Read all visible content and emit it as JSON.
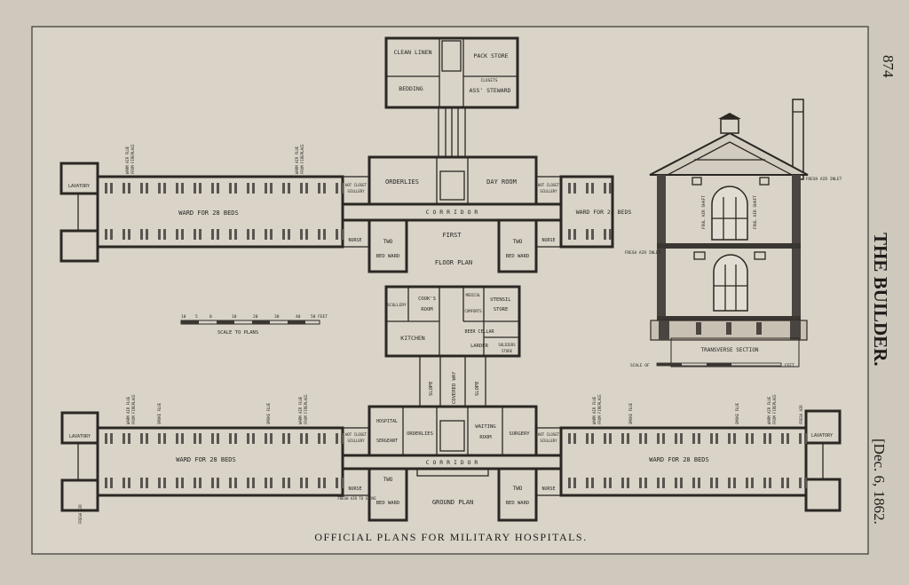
{
  "sheet": {
    "page_number": "874",
    "journal_title": "THE BUILDER.",
    "date": "[Dec. 6, 1862.",
    "caption": "OFFICIAL PLANS FOR MILITARY HOSPITALS."
  },
  "upper_block": {
    "rooms": [
      "CLEAN LINEN",
      "PACK STORE",
      "BEDDING",
      "ASS' STEWARD",
      "CLOSETS"
    ]
  },
  "first_floor": {
    "title_line1": "FIRST",
    "title_line2": "FLOOR PLAN",
    "corridor": "C O R R I D O R",
    "ward_left": "WARD FOR 28 BEDS",
    "ward_right": "WARD FOR 28 BEDS",
    "rooms": [
      "ORDERLIES",
      "DAY ROOM",
      "NURSE",
      "NURSE",
      "TWO",
      "BED WARD",
      "TWO",
      "BED WARD",
      "HOT CLOSET",
      "SCULLERY",
      "HOT CLOSET",
      "SCULLERY",
      "LAVATORY"
    ],
    "flues": [
      "WARM AIR FLUE",
      "FROM FIREPLACE",
      "WARM AIR FLUE",
      "FROM FIREPLACE"
    ]
  },
  "kitchen_block": {
    "rooms": [
      "SCULLERY",
      "COOK'S",
      "ROOM",
      "KITCHEN",
      "MEDICAL",
      "COMFORTS",
      "UTENSIL",
      "STORE",
      "BEER CELLAR",
      "LARDER",
      "SOLDIERS",
      "STORE"
    ],
    "passage": [
      "SLOPE",
      "COVERED WAY",
      "SLOPE"
    ]
  },
  "scale": {
    "label": "SCALE TO PLANS",
    "ticks": [
      "10",
      "5",
      "0",
      "10",
      "20",
      "30",
      "40",
      "50 FEET"
    ]
  },
  "section": {
    "title": "TRANSVERSE SECTION",
    "labels": [
      "FRESH AIR INLET",
      "FRESH AIR INLET",
      "FOUL AIR SHAFT",
      "FOUL AIR SHAFT"
    ],
    "scale_label": "SCALE OF",
    "scale_end": "FEET"
  },
  "ground_floor": {
    "title": "GROUND PLAN",
    "corridor": "C O R R I D O R",
    "ward_left": "WARD FOR 28 BEDS",
    "ward_right": "WARD FOR 28 BEDS",
    "rooms": [
      "HOSPITAL",
      "SERGEANT",
      "ORDERLIES",
      "WAITING",
      "ROOM",
      "SURGERY",
      "NURSE",
      "NURSE",
      "TWO",
      "BED WARD",
      "TWO",
      "BED WARD",
      "HOT CLOSET",
      "SCULLERY",
      "HOT CLOSET",
      "SCULLERY",
      "LAVATORY",
      "LAVATORY"
    ],
    "flues": [
      "WARM AIR FLUE",
      "FROM FIREPLACE",
      "SMOKE FLUE",
      "SMOKE FLUE",
      "WARM AIR FLUE",
      "FROM FIREPLACE",
      "WARM AIR FLUE",
      "FROM FIREPLACE",
      "SMOKE FLUE",
      "SMOKE FLUE",
      "WARM AIR FLUE",
      "FROM FIREPLACE",
      "FRESH AIR"
    ],
    "notes": [
      "FRESH AIR TO STOVE",
      "FRESH AIR"
    ]
  }
}
